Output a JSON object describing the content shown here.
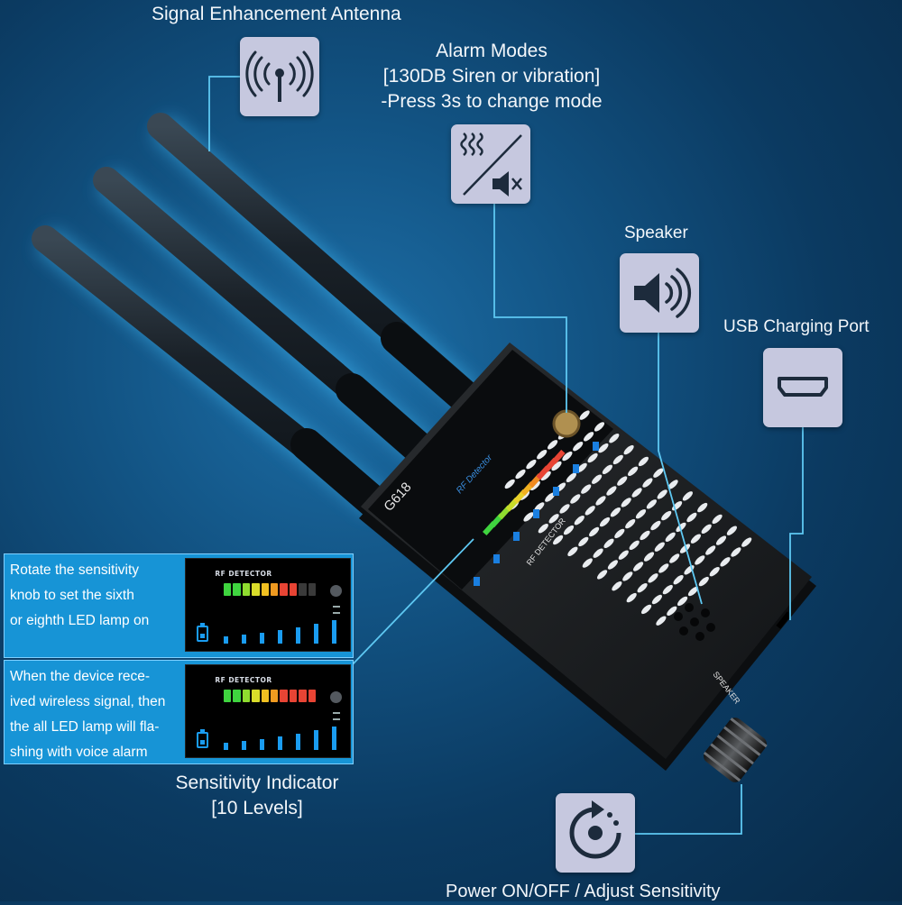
{
  "labels": {
    "antenna": "Signal Enhancement Antenna",
    "alarm_modes": [
      "Alarm Modes",
      "[130DB Siren or vibration]",
      "-Press 3s to change mode"
    ],
    "speaker": "Speaker",
    "usb_port": "USB Charging Port",
    "sensitivity": [
      "Sensitivity Indicator",
      "[10 Levels]"
    ],
    "power": "Power ON/OFF / Adjust Sensitivity"
  },
  "device": {
    "model": "G618",
    "brand_text": "RF Detector",
    "panel_text": "RF DETECTOR",
    "speaker_text": "SPEAKER"
  },
  "info_panels": [
    {
      "text": "Rotate the sensitivity\nknob to set the sixth\nor eighth LED lamp on",
      "lcd_title": "RF DETECTOR",
      "lit_leds": 8,
      "led_colors": [
        "#3fd43f",
        "#3fd43f",
        "#8fdc2f",
        "#d9dc2a",
        "#f0c021",
        "#f09a20",
        "#e84434",
        "#e84434",
        "#6a6a6a",
        "#6a6a6a"
      ]
    },
    {
      "text": "When the device rece-\nived wireless signal, then\nthe all LED lamp will fla-\nshing with voice alarm",
      "lcd_title": "RF DETECTOR",
      "lit_leds": 10,
      "led_colors": [
        "#3fd43f",
        "#3fd43f",
        "#8fdc2f",
        "#d9dc2a",
        "#f0c021",
        "#f09a20",
        "#e84434",
        "#e84434",
        "#e84434",
        "#e84434"
      ]
    }
  ],
  "icons": [
    "antenna-signal-icon",
    "siren-vibration-icon",
    "speaker-icon",
    "usb-port-icon",
    "power-rotate-icon"
  ],
  "colors": {
    "panel": "#1794d6",
    "icon_box": "#c6c8df",
    "leader_line": "#5ec8f2"
  }
}
